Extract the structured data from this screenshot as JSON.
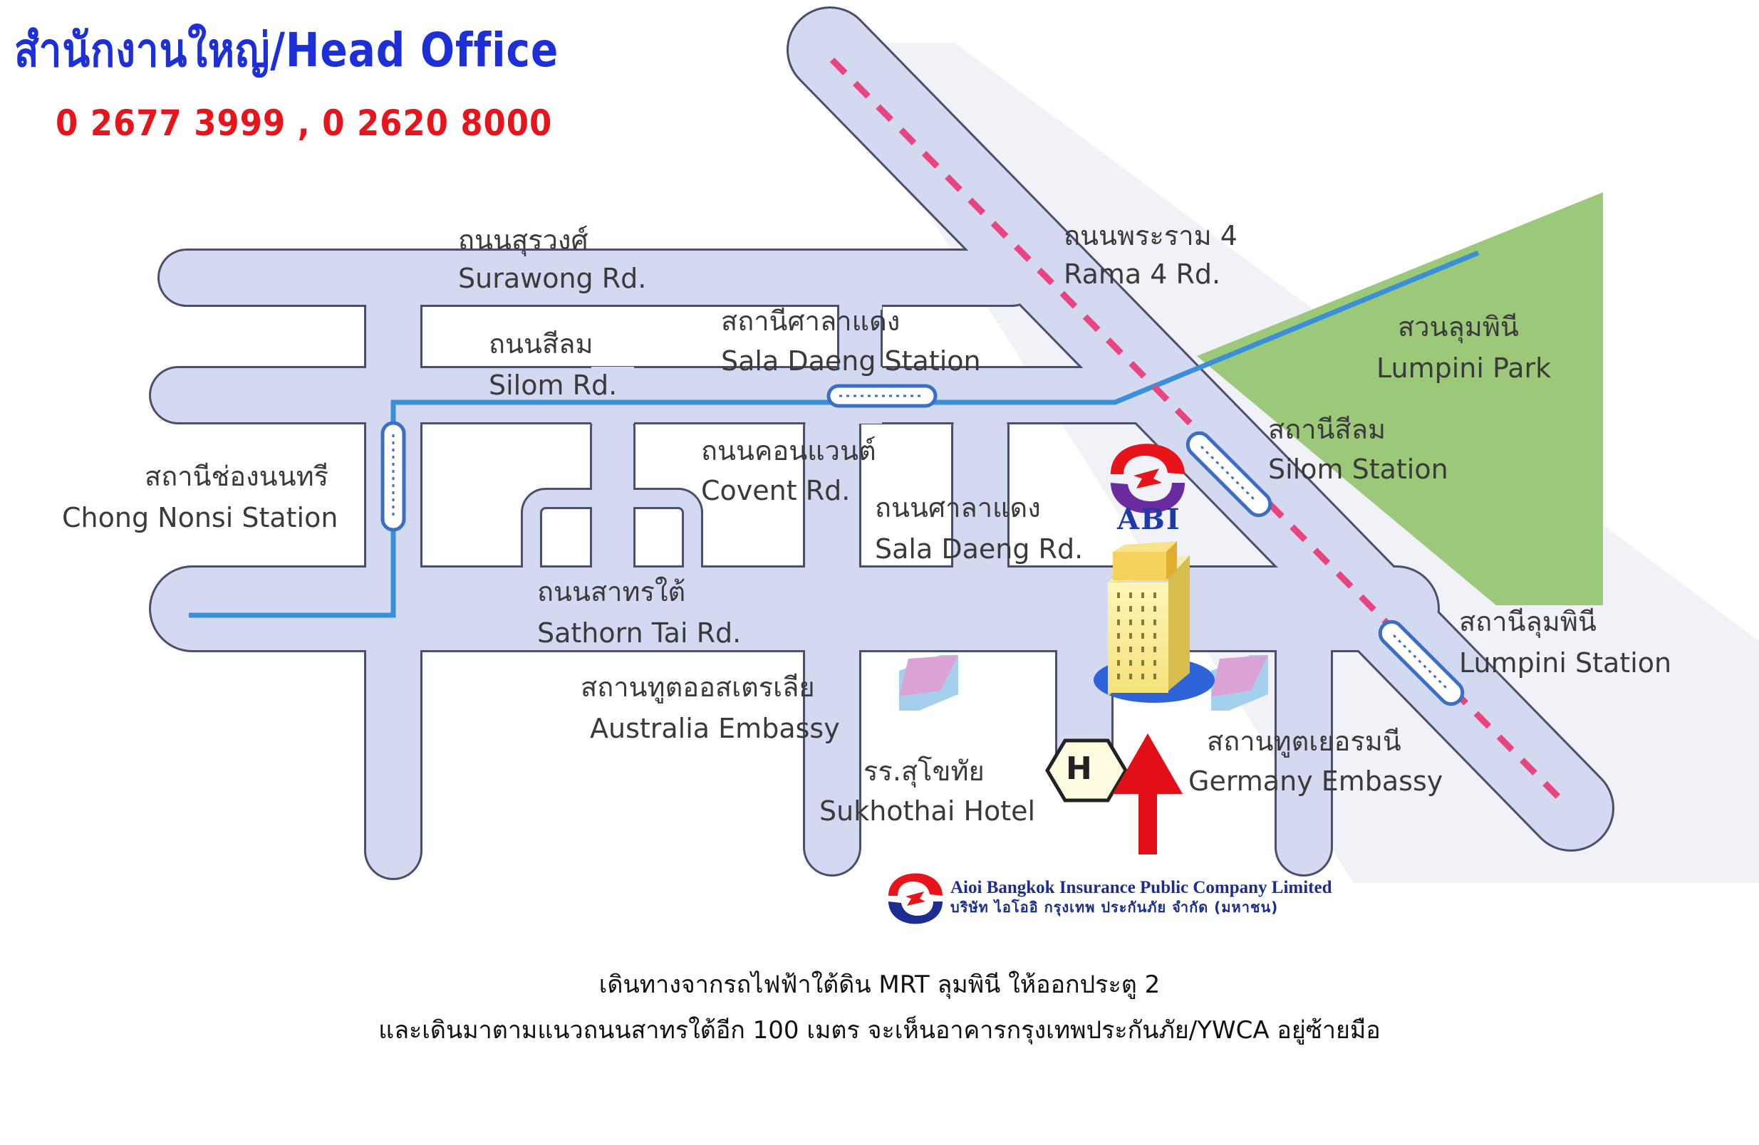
{
  "header": {
    "title": "สำนักงานใหญ่/Head Office",
    "phones": "0 2677 3999 , 0 2620 8000"
  },
  "roads": {
    "surawong": {
      "th": "ถนนสุรวงศ์",
      "en": "Surawong Rd."
    },
    "rama4": {
      "th": "ถนนพระราม 4",
      "en": "Rama 4 Rd."
    },
    "silom": {
      "th": "ถนนสีลม",
      "en": "Silom Rd."
    },
    "convent": {
      "th": "ถนนคอนแวนต์",
      "en": "Covent Rd."
    },
    "saladaeng": {
      "th": "ถนนศาลาแดง",
      "en": "Sala Daeng Rd."
    },
    "sathorn": {
      "th": "ถนนสาทรใต้",
      "en": "Sathorn Tai Rd."
    }
  },
  "stations": {
    "sala_daeng": {
      "th": "สถานีศาลาแดง",
      "en": "Sala Daeng Station"
    },
    "chong_nonsi": {
      "th": "สถานีช่องนนทรี",
      "en": "Chong Nonsi Station"
    },
    "silom": {
      "th": "สถานีสีลม",
      "en": "Silom Station"
    },
    "lumpini": {
      "th": "สถานีลุมพินี",
      "en": "Lumpini Station"
    }
  },
  "landmarks": {
    "lumpini_park": {
      "th": "สวนลุมพินี",
      "en": "Lumpini Park"
    },
    "australia_embassy": {
      "th": "สถานทูตออสเตรเลีย",
      "en": "Australia Embassy"
    },
    "germany_embassy": {
      "th": "สถานทูตเยอรมนี",
      "en": "Germany Embassy"
    },
    "sukhothai_hotel": {
      "th": "รร.สุโขทัย",
      "en": "Sukhothai Hotel"
    },
    "hospital_letter": "H",
    "abi": "ABI"
  },
  "company": {
    "name_en": "Aioi Bangkok Insurance Public Company Limited",
    "name_th": "บริษัท ไอโออิ กรุงเทพ ประกันภัย จำกัด (มหาชน)"
  },
  "directions": [
    "เดินทางจากรถไฟฟ้าใต้ดิน MRT ลุมพินี ให้ออกประตู 2",
    "และเดินมาตามแนวถนนสาทรใต้อีก 100 เมตร จะเห็นอาคารกรุงเทพประกันภัย/YWCA อยู่ซ้ายมือ"
  ],
  "colors": {
    "road_fill": "#d3d9f0",
    "road_edge": "#4a4f6a",
    "bts_line": "#3a8fd9",
    "mrt_line": "#e8447e",
    "park": "#9cc87a",
    "title_blue": "#1d2fd6",
    "phone_red": "#e8141c",
    "arrow_red": "#e30f16"
  }
}
